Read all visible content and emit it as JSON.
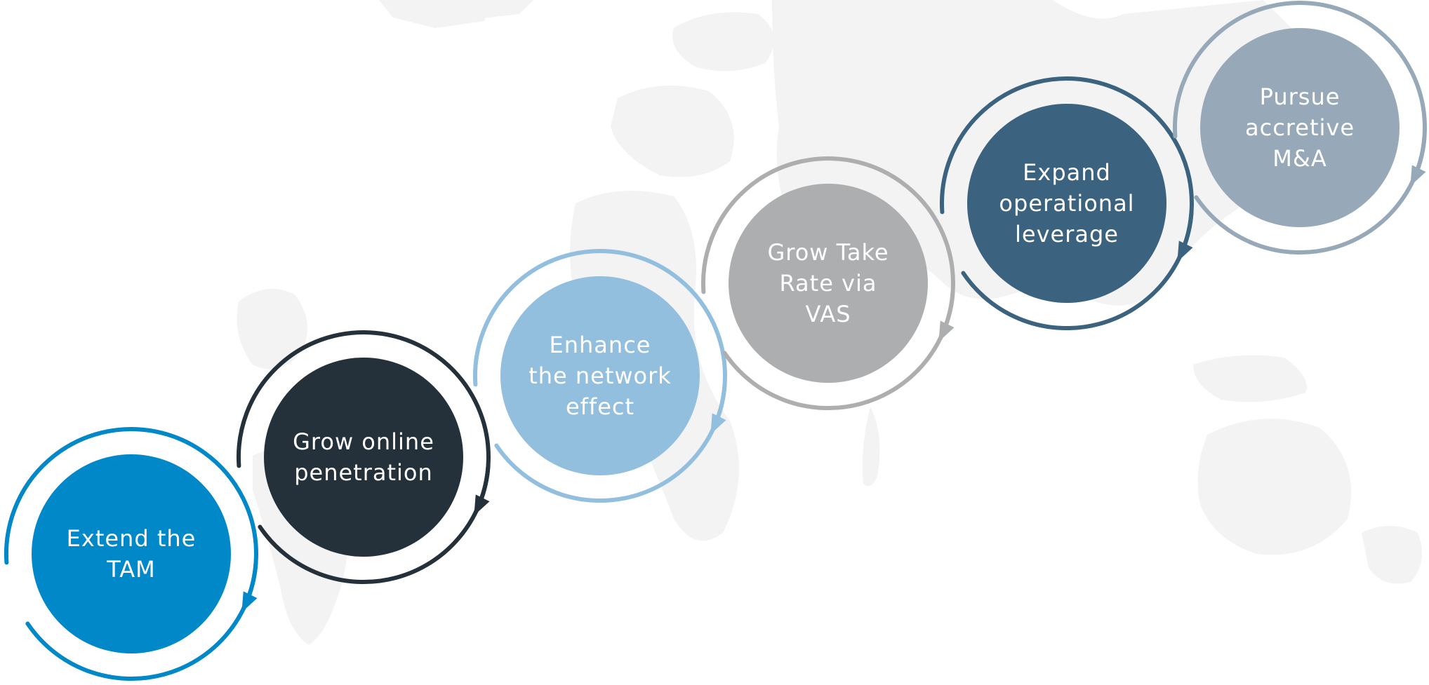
{
  "diagram": {
    "steps": [
      {
        "id": "extend-tam",
        "lines": [
          "Extend the",
          "TAM"
        ],
        "color": "#0088c8"
      },
      {
        "id": "grow-online-penetration",
        "lines": [
          "Grow online",
          "penetration"
        ],
        "color": "#24313a"
      },
      {
        "id": "enhance-network-effect",
        "lines": [
          "Enhance",
          "the network",
          "effect"
        ],
        "color": "#93bfdf"
      },
      {
        "id": "grow-take-rate",
        "lines": [
          "Grow Take",
          "Rate via",
          "VAS"
        ],
        "color": "#adaeb0"
      },
      {
        "id": "expand-operational-leverage",
        "lines": [
          "Expand",
          "operational",
          "leverage"
        ],
        "color": "#3b627e"
      },
      {
        "id": "pursue-accretive-ma",
        "lines": [
          "Pursue",
          "accretive",
          "M&A"
        ],
        "color": "#97a9b8"
      }
    ]
  }
}
